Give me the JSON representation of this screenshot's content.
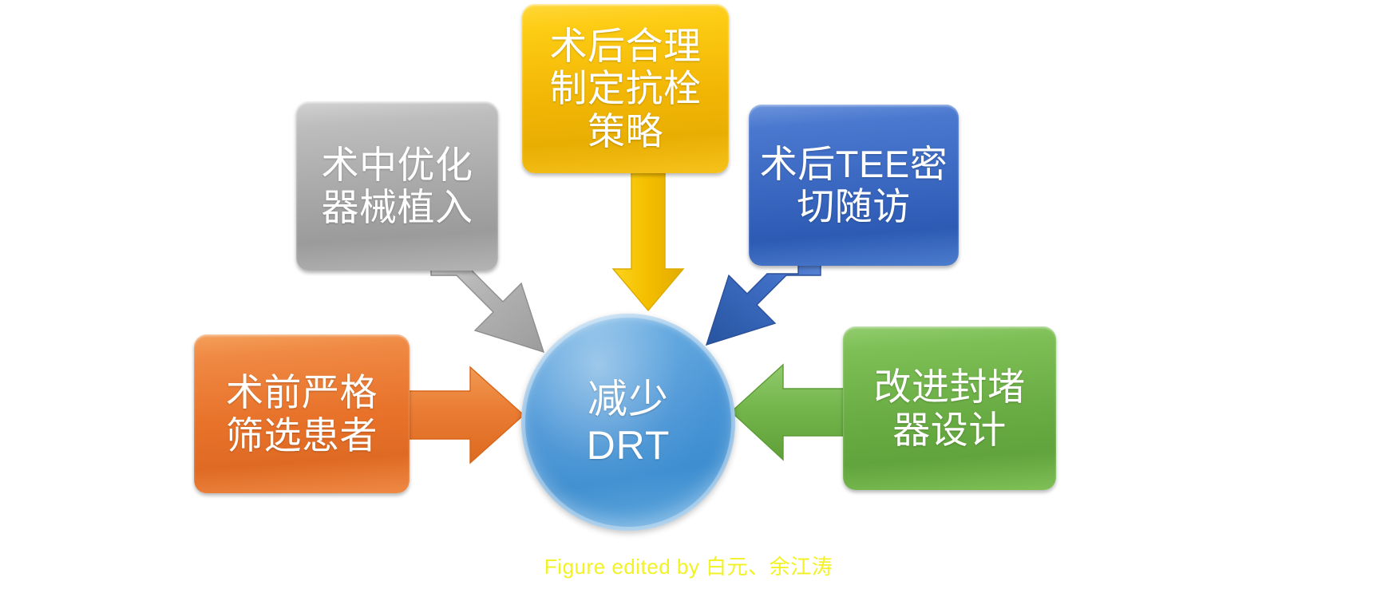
{
  "figure": {
    "type": "radial-convergence-diagram",
    "background_color": "#ffffff",
    "center": {
      "name": "reduce-drt",
      "line1": "减少",
      "line2": "DRT",
      "text": "减少\nDRT",
      "shape": "circle",
      "color": "#4a95d6",
      "text_color": "#ffffff"
    },
    "nodes": [
      {
        "name": "intraoperative-device-implantation",
        "text": "术中优化\n器械植入",
        "color": "#a8a8a8",
        "shape": "rounded-rectangle-callout",
        "connector": "diagonal-arrow-down-right",
        "position": "top-left"
      },
      {
        "name": "postoperative-antithrombotic-strategy",
        "text": "术后合理\n制定抗栓\n策略",
        "color": "#f2b705",
        "shape": "rounded-rectangle-callout",
        "connector": "arrow-down",
        "position": "top-center"
      },
      {
        "name": "postoperative-tee-followup",
        "text": "术后TEE密\n切随访",
        "color": "#3967c0",
        "shape": "rounded-rectangle-callout",
        "connector": "diagonal-arrow-down-left",
        "position": "top-right"
      },
      {
        "name": "preoperative-patient-screening",
        "text": "术前严格\n筛选患者",
        "color": "#e8722a",
        "shape": "rounded-rectangle",
        "connector": "arrow-right",
        "position": "left"
      },
      {
        "name": "occluder-design-improvement",
        "text": "改进封堵\n器设计",
        "color": "#6aad44",
        "shape": "rounded-rectangle",
        "connector": "arrow-left",
        "position": "right"
      }
    ],
    "caption": {
      "text": "Figure edited by 白元、余江涛",
      "color": "#f2f224"
    }
  }
}
